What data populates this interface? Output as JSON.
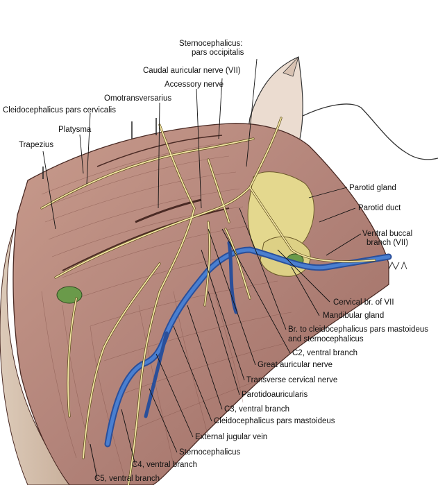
{
  "labels": {
    "sternocephalicus_occipitalis_1": "Sternocephalicus:",
    "sternocephalicus_occipitalis_2": "pars occipitalis",
    "caudal_auricular_nerve": "Caudal auricular nerve (VII)",
    "accessory_nerve": "Accessory nerve",
    "omotransversarius": "Omotransversarius",
    "cleidocephalicus_cervicalis": "Cleidocephalicus pars cervicalis",
    "platysma": "Platysma",
    "trapezius": "Trapezius",
    "parotid_gland": "Parotid gland",
    "parotid_duct": "Parotid duct",
    "ventral_buccal_branch_1": "Ventral buccal",
    "ventral_buccal_branch_2": "branch (VII)",
    "cervical_br_vii": "Cervical br. of VII",
    "mandibular_gland": "Mandibular gland",
    "br_cleidocephalicus_1": "Br. to cleidocephalicus pars mastoideus",
    "br_cleidocephalicus_2": "and sternocephalicus",
    "c2_ventral": "C2, ventral branch",
    "great_auricular_nerve": "Great auricular nerve",
    "transverse_cervical_nerve": "Transverse cervical nerve",
    "parotidoauricularis": "Parotidoauricularis",
    "c3_ventral": "C3, ventral branch",
    "cleidocephalicus_mastoideus": "Cleidocephalicus pars mastoideus",
    "external_jugular_vein": "External jugular vein",
    "sternocephalicus": "Sternocephalicus",
    "c4_ventral": "C4, ventral branch",
    "c5_ventral": "C5, ventral branch"
  },
  "colors": {
    "muscle": "#b98a7c",
    "muscle_dark": "#8a5b50",
    "nerve": "#f3e6a4",
    "vein": "#3d6fc0",
    "gland": "#e3d78a",
    "lymph_node": "#6a9a4a",
    "leader": "#111111"
  }
}
